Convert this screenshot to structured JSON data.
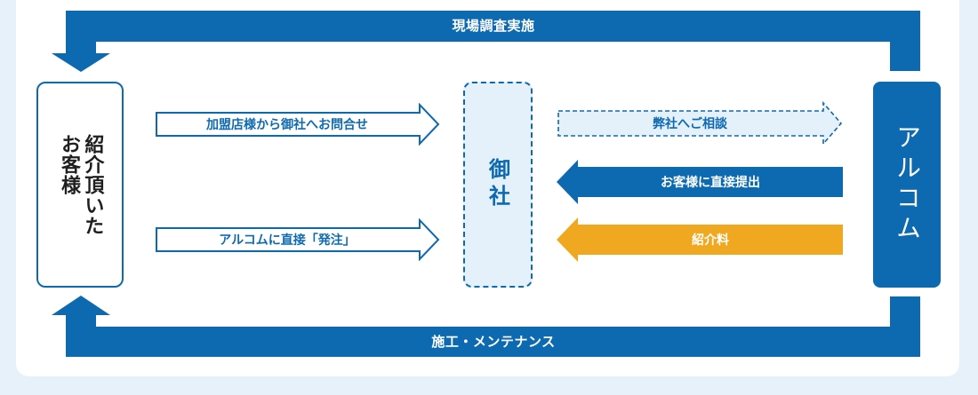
{
  "top_flow": {
    "label": "現場調査実施"
  },
  "bottom_flow": {
    "label": "施工・メンテナンス"
  },
  "nodes": {
    "client": "紹介頂いた\nお客様",
    "gosha": "御社",
    "arucom": "アルコム"
  },
  "arrows": {
    "inquiry": "加盟店様から御社へお問合せ",
    "order": "アルコムに直接「発注」",
    "consult": "弊社へご相談",
    "submit": "お客様に直接提出",
    "fee": "紹介料"
  },
  "colors": {
    "primary": "#0e6ab0",
    "light": "#e4f0fa",
    "accent": "#f0a820",
    "background": "#e6f1fa"
  }
}
